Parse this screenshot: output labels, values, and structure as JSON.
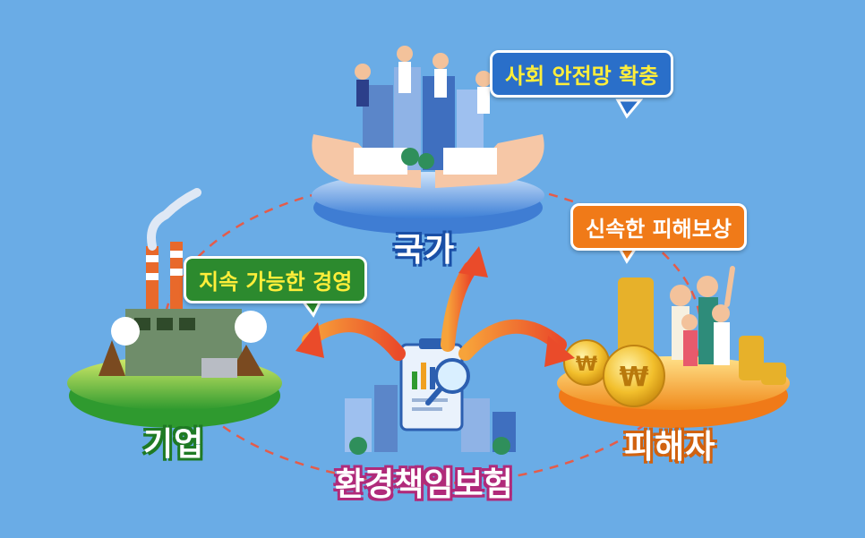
{
  "colors": {
    "background": "#6aace6",
    "bubble_blue": "#2a6fc9",
    "bubble_green": "#2c8a2e",
    "bubble_orange": "#f07a18",
    "bubble_text_yellow": "#ffee3a",
    "arrow_orange": "#ef5b2c",
    "dashed_line": "#e45c4a"
  },
  "nodes": {
    "nation": {
      "label": "국가"
    },
    "company": {
      "label": "기업"
    },
    "victim": {
      "label": "피해자"
    },
    "center": {
      "label": "환경책임보험"
    }
  },
  "bubbles": {
    "nation": "사회 안전망 확충",
    "company": "지속 가능한 경영",
    "victim": "신속한 피해보상"
  },
  "icons": [
    "clipboard-report-icon",
    "magnifier-icon",
    "factory-icon",
    "coin-won-icon",
    "family-icon",
    "hands-city-icon"
  ]
}
